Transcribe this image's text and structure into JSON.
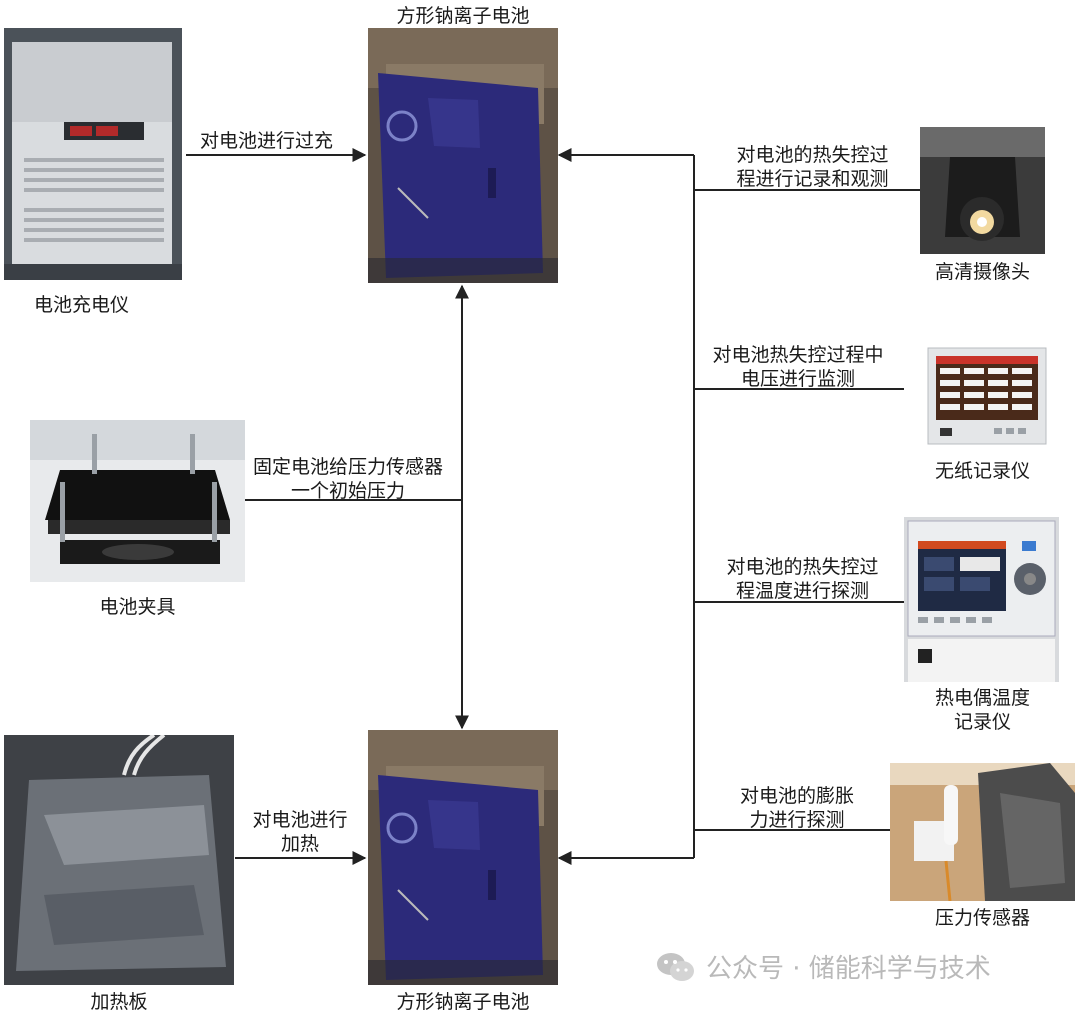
{
  "labels": {
    "battery_top": "方形钠离子电池",
    "battery_bottom": "方形钠离子电池",
    "charger": "电池充电仪",
    "clamp": "电池夹具",
    "heater": "加热板",
    "camera": "高清摄像头",
    "recorder": "无纸记录仪",
    "thermo_line1": "热电偶温度",
    "thermo_line2": "记录仪",
    "pressure_sensor": "压力传感器"
  },
  "edges": {
    "overcharge": "对电池进行过充",
    "clamp_line1": "固定电池给压力传感器",
    "clamp_line2": "一个初始压力",
    "heat_line1": "对电池进行",
    "heat_line2": "加热",
    "camera_line1": "对电池的热失控过",
    "camera_line2": "程进行记录和观测",
    "voltage_line1": "对电池热失控过程中",
    "voltage_line2": "电压进行监测",
    "temp_line1": "对电池的热失控过",
    "temp_line2": "程温度进行探测",
    "swell_line1": "对电池的膨胀",
    "swell_line2": "力进行探测"
  },
  "watermark": "公众号 · 储能科学与技术",
  "colors": {
    "line": "#222222",
    "battery": "#2c2a7a"
  },
  "icons": {
    "charger": "battery-charger-icon",
    "battery": "prismatic-battery-icon",
    "clamp": "battery-clamp-icon",
    "heater": "heating-plate-icon",
    "camera": "hd-camera-icon",
    "recorder": "paperless-recorder-icon",
    "thermo": "thermocouple-recorder-icon",
    "sensor": "pressure-sensor-icon",
    "wechat": "wechat-icon"
  }
}
